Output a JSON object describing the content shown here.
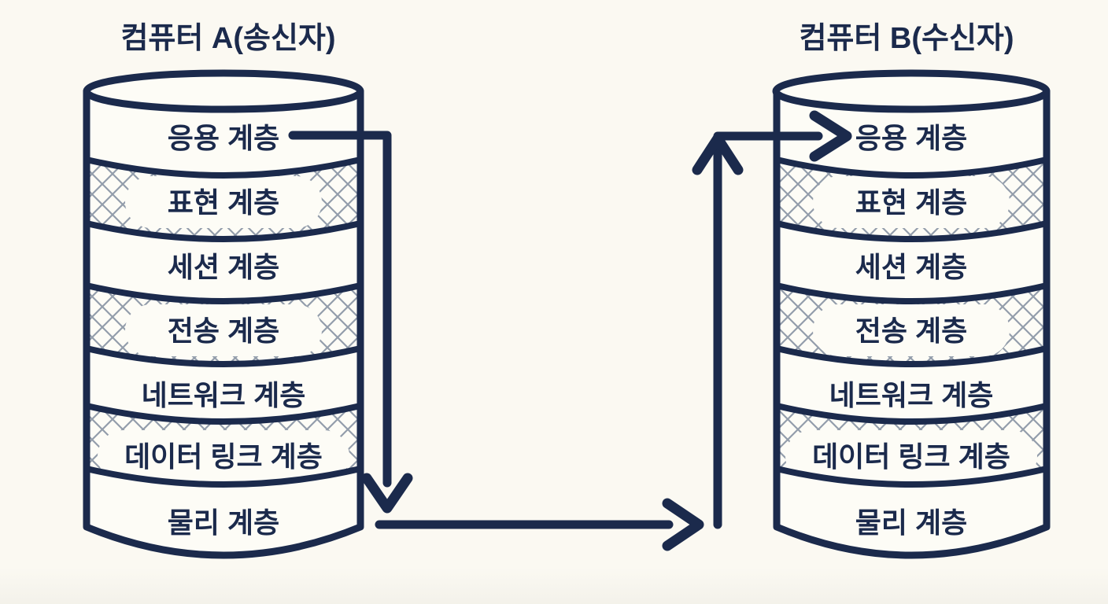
{
  "diagram": {
    "type": "osi-7-layer-communication",
    "computer_a": {
      "title": "컴퓨터 A(송신자)",
      "layers": [
        {
          "label": "응용 계층",
          "hatched": false
        },
        {
          "label": "표현 계층",
          "hatched": true
        },
        {
          "label": "세션 계층",
          "hatched": false
        },
        {
          "label": "전송 계층",
          "hatched": true
        },
        {
          "label": "네트워크 계층",
          "hatched": false
        },
        {
          "label": "데이터 링크 계층",
          "hatched": true
        },
        {
          "label": "물리 계층",
          "hatched": false
        }
      ]
    },
    "computer_b": {
      "title": "컴퓨터 B(수신자)",
      "layers": [
        {
          "label": "응용 계층",
          "hatched": false
        },
        {
          "label": "표현 계층",
          "hatched": true
        },
        {
          "label": "세션 계층",
          "hatched": false
        },
        {
          "label": "전송 계층",
          "hatched": true
        },
        {
          "label": "네트워크 계층",
          "hatched": false
        },
        {
          "label": "데이터 링크 계층",
          "hatched": true
        },
        {
          "label": "물리 계층",
          "hatched": false
        }
      ]
    },
    "colors": {
      "ink": "#1b2a4c",
      "hatch": "#939dab",
      "surface": "#fdfcf6",
      "background": "#fbf9f2"
    }
  }
}
